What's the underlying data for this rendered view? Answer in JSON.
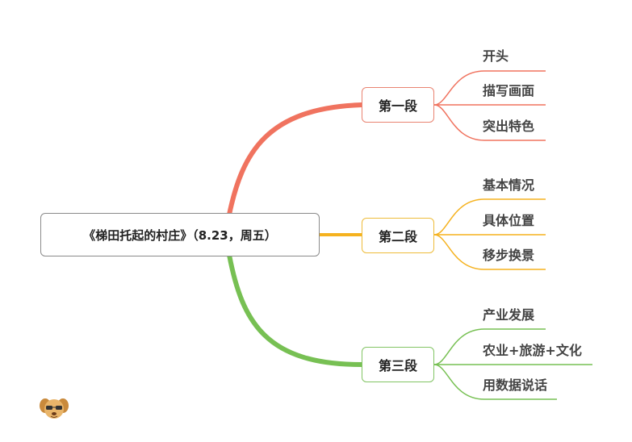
{
  "root": {
    "label": "《梯田托起的村庄》（8.23，周五）"
  },
  "colors": {
    "branch1": "#f0735f",
    "branch2": "#f5b21f",
    "branch3": "#77c053"
  },
  "branches": [
    {
      "label": "第一段",
      "children": [
        "开头",
        "描写画面",
        "突出特色"
      ]
    },
    {
      "label": "第二段",
      "children": [
        "基本情况",
        "具体位置",
        "移步换景"
      ]
    },
    {
      "label": "第三段",
      "children": [
        "产业发展",
        "农业+旅游+文化",
        "用数据说话"
      ]
    }
  ],
  "watermark": {
    "icon": "cartoon-dog-icon"
  }
}
